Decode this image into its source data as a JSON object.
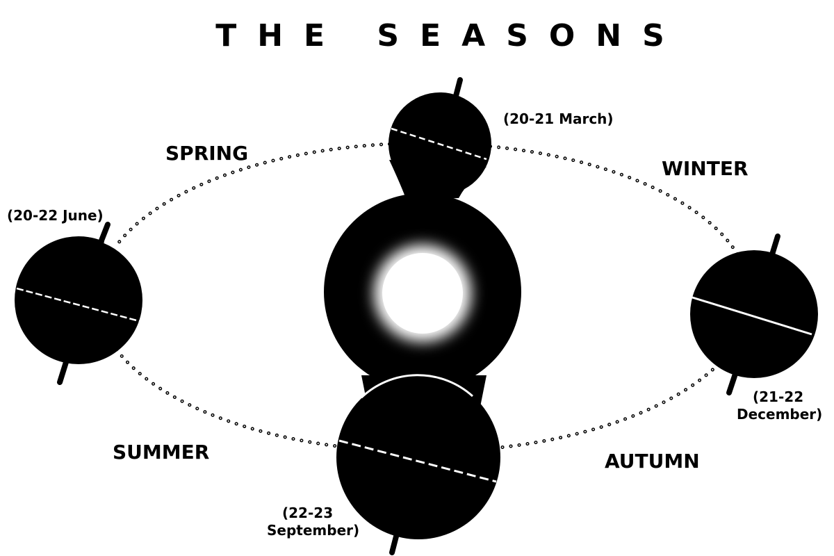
{
  "title": "The Seasons",
  "seasons": {
    "spring": "SPRING",
    "winter": "WINTER",
    "summer": "SUMMER",
    "autumn": "AUTUMN"
  },
  "dates": {
    "march": "(20-21 March)",
    "june": "(20-22 June)",
    "december_line1": "(21-22",
    "december_line2": "December)",
    "september_line1": "(22-23",
    "september_line2": "September)"
  },
  "colors": {
    "ink": "#000000",
    "paper": "#ffffff"
  }
}
